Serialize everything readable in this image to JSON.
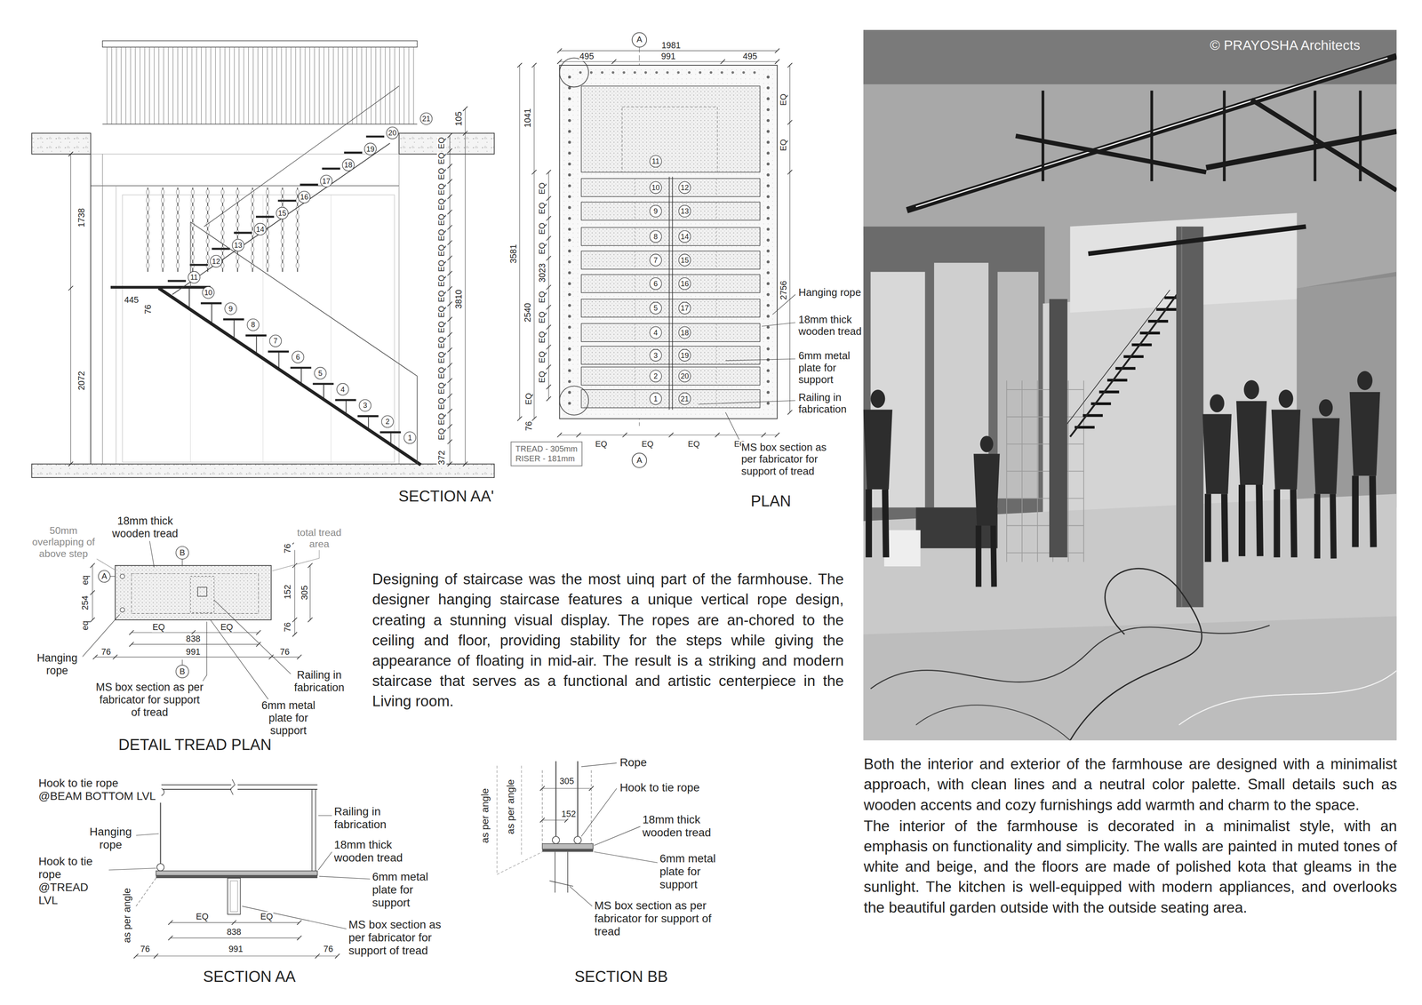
{
  "diagram": {
    "nodes": [
      {
        "text": [
          "TREAD - 305mm",
          "RISER - 181mm"
        ]
      }
    ],
    "labels": [
      "1",
      "2",
      "3",
      "4",
      "5",
      "6",
      "7",
      "8",
      "9",
      "10",
      "11",
      "12",
      "13",
      "14",
      "15",
      "16",
      "17",
      "18",
      "19",
      "20",
      "21",
      "1738",
      "2072",
      "445",
      "76",
      "105",
      "3810",
      "372",
      "EQ",
      "EQ",
      "EQ",
      "EQ",
      "EQ",
      "EQ",
      "EQ",
      "EQ",
      "EQ",
      "EQ",
      "EQ",
      "EQ",
      "EQ",
      "EQ",
      "EQ",
      "EQ",
      "EQ",
      "EQ",
      "EQ",
      "EQ",
      "SECTION AA'",
      "A",
      "A",
      "1981",
      "495",
      "991",
      "495",
      "1041",
      "3581",
      "2540",
      "3023",
      "2756",
      "76",
      "EQ",
      "EQ",
      "EQ",
      "EQ",
      "EQ",
      "EQ",
      "EQ",
      "EQ",
      "EQ",
      "EQ",
      "EQ",
      "EQ",
      "EQ",
      "EQ",
      "EQ",
      "EQ",
      "1",
      "2",
      "3",
      "4",
      "5",
      "6",
      "7",
      "8",
      "9",
      "10",
      "11",
      "12",
      "13",
      "14",
      "15",
      "16",
      "17",
      "18",
      "19",
      "20",
      "21",
      "Hanging rope",
      "18mm thick wooden tread",
      "6mm metal plate for support",
      "Railing in fabrication",
      "MS box section as per fabricator for support of tread",
      "PLAN",
      "50mm overlapping of above step",
      "18mm thick wooden tread",
      "total tread area",
      "A",
      "B",
      "B",
      "eq",
      "254",
      "eq",
      "76",
      "152",
      "305",
      "76",
      "EQ",
      "EQ",
      "838",
      "991",
      "76",
      "76",
      "Hanging rope",
      "MS box section as per fabricator for support of tread",
      "Railing in fabrication",
      "6mm metal plate for support",
      "DETAIL TREAD PLAN",
      "Designing of staircase was the most uinq part of the farmhouse. The designer hanging staircase features a unique vertical rope design, creating a stunning visual display. The ropes are an-chored to the ceiling and floor, providing stability for the steps while giving the appearance of floating in mid-air. The result is a striking and modern staircase that serves as a functional and artistic centerpiece in the Living room.",
      "Hook to tie rope @BEAM BOTTOM LVL",
      "Railing in fabrication",
      "Hanging rope",
      "Hook to tie rope @TREAD LVL",
      "18mm thick wooden tread",
      "6mm metal plate for support",
      "as per angle",
      "EQ",
      "EQ",
      "838",
      "76",
      "991",
      "76",
      "MS box section as per fabricator for support of tread",
      "SECTION AA",
      "as per angle",
      "as per angle",
      "305",
      "152",
      "Rope",
      "Hook to tie rope",
      "18mm thick wooden tread",
      "6mm metal plate for support",
      "MS box section as per fabricator for support of tread",
      "SECTION BB",
      "© PRAYOSHA Architects",
      "Both the interior and exterior of the farmhouse are designed with a minimalist approach, with clean lines and a neutral color palette. Small details such as wooden accents and cozy furnishings add warmth and charm to the space.",
      "The interior of the farmhouse is decorated in a minimalist style, with an emphasis on functionality and simplicity. The walls are painted in muted tones of white and beige, and the floors are made of polished kota that gleams in the sunlight. The kitchen is well-equipped with modern appliances, and overlooks the beautiful garden outside with the outside seating area."
    ]
  }
}
